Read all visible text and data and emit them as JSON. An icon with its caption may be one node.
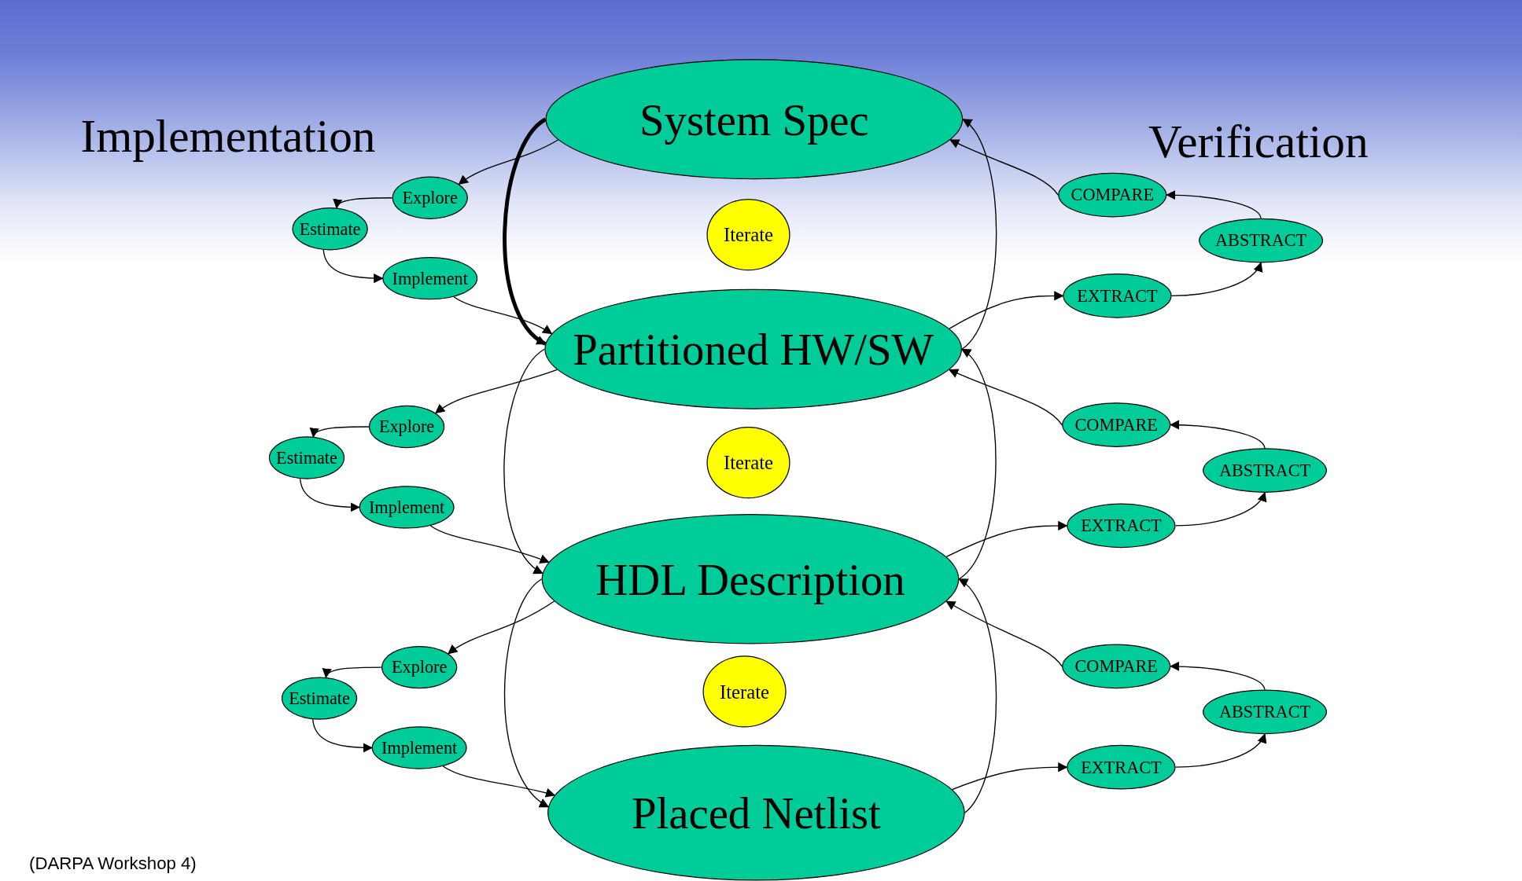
{
  "diagram": {
    "nodes": [
      {
        "text": [
          "System Spec"
        ]
      },
      {
        "text": [
          "Iterate"
        ]
      },
      {
        "text": [
          "Partitioned HW/SW"
        ]
      },
      {
        "text": [
          "Iterate"
        ]
      },
      {
        "text": [
          "HDL Description"
        ]
      },
      {
        "text": [
          "Iterate"
        ]
      },
      {
        "text": [
          "Placed Netlist"
        ]
      },
      {
        "text": [
          "Explore"
        ]
      },
      {
        "text": [
          "Estimate"
        ]
      },
      {
        "text": [
          "Implement"
        ]
      },
      {
        "text": [
          "Explore"
        ]
      },
      {
        "text": [
          "Estimate"
        ]
      },
      {
        "text": [
          "Implement"
        ]
      },
      {
        "text": [
          "Explore"
        ]
      },
      {
        "text": [
          "Estimate"
        ]
      },
      {
        "text": [
          "Implement"
        ]
      },
      {
        "text": [
          "COMPARE"
        ]
      },
      {
        "text": [
          "ABSTRACT"
        ]
      },
      {
        "text": [
          "EXTRACT"
        ]
      },
      {
        "text": [
          "COMPARE"
        ]
      },
      {
        "text": [
          "ABSTRACT"
        ]
      },
      {
        "text": [
          "EXTRACT"
        ]
      },
      {
        "text": [
          "COMPARE"
        ]
      },
      {
        "text": [
          "ABSTRACT"
        ]
      },
      {
        "text": [
          "EXTRACT"
        ]
      }
    ],
    "edges": [
      {
        "from": 0,
        "to": 2,
        "arrow": "to",
        "style": "thick"
      },
      {
        "from": 0,
        "to": 7,
        "arrow": "to"
      },
      {
        "from": 7,
        "to": 8,
        "arrow": "to"
      },
      {
        "from": 8,
        "to": 9,
        "arrow": "to"
      },
      {
        "from": 9,
        "to": 2,
        "arrow": "to"
      },
      {
        "from": 2,
        "to": 0,
        "arrow": "to"
      },
      {
        "from": 2,
        "to": 18,
        "arrow": "to"
      },
      {
        "from": 18,
        "to": 17,
        "arrow": "to"
      },
      {
        "from": 17,
        "to": 16,
        "arrow": "to"
      },
      {
        "from": 16,
        "to": 0,
        "arrow": "to"
      },
      {
        "from": 2,
        "to": 4,
        "arrow": "to"
      },
      {
        "from": 2,
        "to": 10,
        "arrow": "to"
      },
      {
        "from": 10,
        "to": 11,
        "arrow": "to"
      },
      {
        "from": 11,
        "to": 12,
        "arrow": "to"
      },
      {
        "from": 12,
        "to": 4,
        "arrow": "to"
      },
      {
        "from": 4,
        "to": 2,
        "arrow": "to"
      },
      {
        "from": 4,
        "to": 21,
        "arrow": "to"
      },
      {
        "from": 21,
        "to": 20,
        "arrow": "to"
      },
      {
        "from": 20,
        "to": 19,
        "arrow": "to"
      },
      {
        "from": 19,
        "to": 2,
        "arrow": "to"
      },
      {
        "from": 4,
        "to": 6,
        "arrow": "to"
      },
      {
        "from": 4,
        "to": 13,
        "arrow": "to"
      },
      {
        "from": 13,
        "to": 14,
        "arrow": "to"
      },
      {
        "from": 14,
        "to": 15,
        "arrow": "to"
      },
      {
        "from": 15,
        "to": 6,
        "arrow": "to"
      },
      {
        "from": 6,
        "to": 4,
        "arrow": "to"
      },
      {
        "from": 6,
        "to": 24,
        "arrow": "to"
      },
      {
        "from": 24,
        "to": 23,
        "arrow": "to"
      },
      {
        "from": 23,
        "to": 22,
        "arrow": "to"
      },
      {
        "from": 22,
        "to": 4,
        "arrow": "to"
      }
    ],
    "labels": [
      "Implementation",
      "Verification",
      "(DARPA Workshop 4)"
    ]
  }
}
